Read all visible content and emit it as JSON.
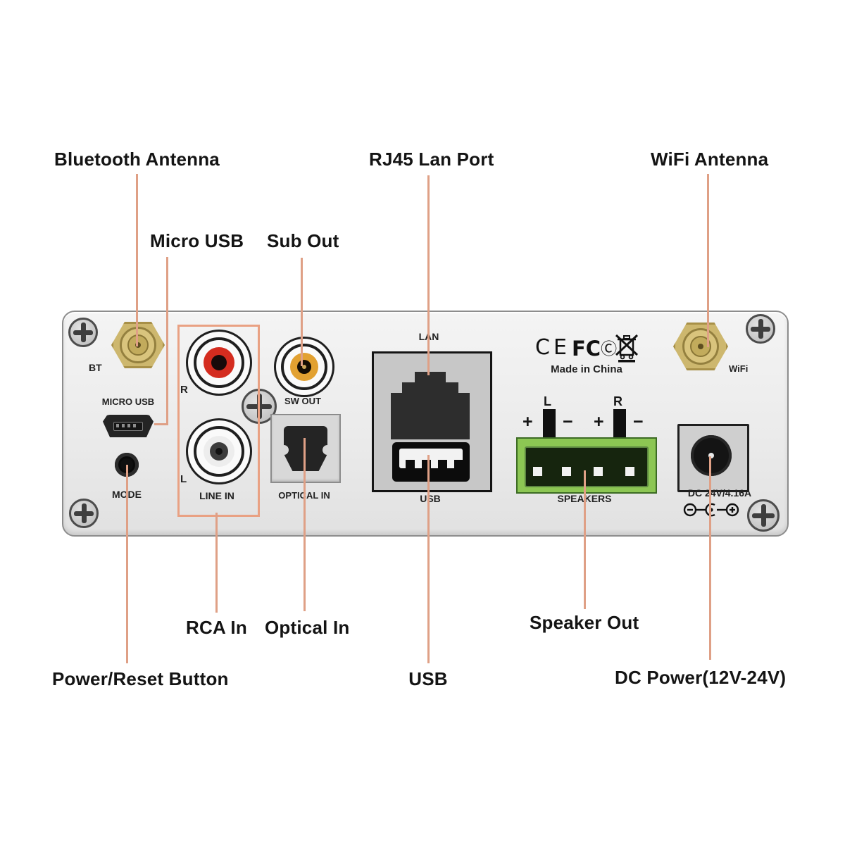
{
  "callouts": {
    "bluetooth": "Bluetooth Antenna",
    "micro_usb": "Micro USB",
    "sub_out": "Sub Out",
    "rj45": "RJ45 Lan Port",
    "wifi": "WiFi Antenna",
    "rca_in": "RCA In",
    "optical_in": "Optical In",
    "power_reset": "Power/Reset Button",
    "usb": "USB",
    "speaker_out": "Speaker Out",
    "dc_power": "DC Power(12V-24V)"
  },
  "panel": {
    "bt_label": "BT",
    "micro_usb_label": "MICRO USB",
    "mode_label": "MODE",
    "rca_r_label": "R",
    "rca_l_label": "L",
    "line_in_label": "LINE IN",
    "sw_out_label": "SW OUT",
    "optical_label": "OPTICAL IN",
    "lan_label": "LAN",
    "usb_label": "USB",
    "speakers_label": "SPEAKERS",
    "speaker_l": "L",
    "speaker_r": "R",
    "plus": "+",
    "minus": "−",
    "dc_label": "DC 24V/4.16A",
    "wifi_label": "WiFi",
    "ce_mark": "CE",
    "fcc_mark": "FC",
    "fcc_c": "Ⓒ",
    "made_in": "Made in China"
  },
  "colors": {
    "leader_line": "#dfa086",
    "highlight_box": "#e9a183",
    "panel_bg": "#ebebeb",
    "panel_border": "#8d8d8d",
    "antenna_gold": "#cdb76e",
    "rca_red": "#d42c1f",
    "sub_out_orange": "#e2a131",
    "speaker_green": "#8cc653",
    "port_dark": "#242424",
    "label_text": "#141414"
  }
}
